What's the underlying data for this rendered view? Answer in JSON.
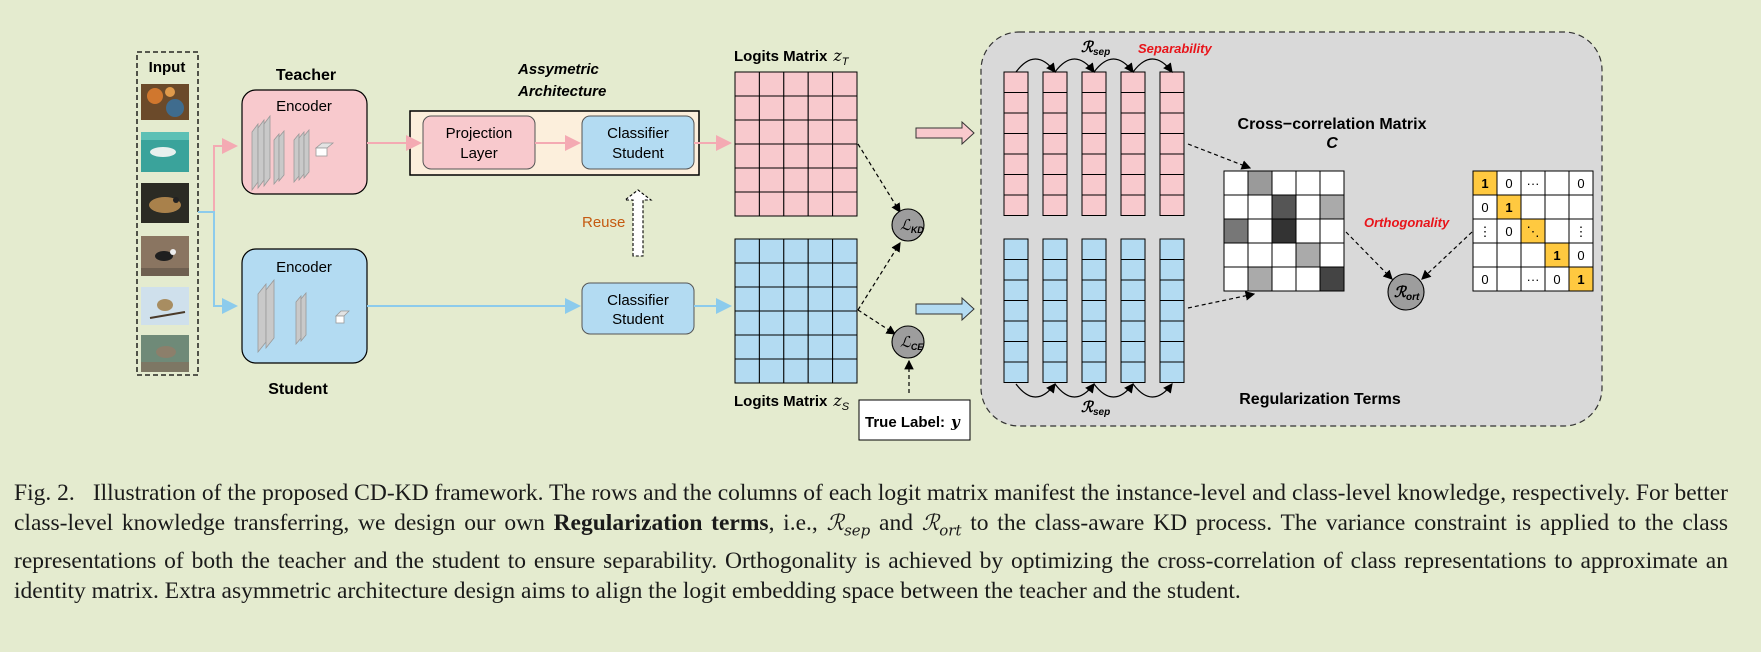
{
  "figure": {
    "input_label": "Input",
    "teacher_label": "Teacher",
    "student_label": "Student",
    "encoder_label": "Encoder",
    "asym_title_1": "Assymetric",
    "asym_title_2": "Architecture",
    "projection_1": "Projection",
    "projection_2": "Layer",
    "classifier_1": "Classifier",
    "classifier_2": "Student",
    "reuse_label": "Reuse",
    "logits_teacher_text": "Logits Matrix",
    "logits_teacher_sym": "z",
    "logits_teacher_sub": "T",
    "logits_student_text": "Logits Matrix",
    "logits_student_sym": "z",
    "logits_student_sub": "S",
    "loss_kd_sym": "ℒ",
    "loss_kd_sub": "KD",
    "loss_ce_sym": "ℒ",
    "loss_ce_sub": "CE",
    "true_label_text": "True Label:",
    "true_label_sym": "y",
    "reg_sep_sym": "ℛ",
    "reg_sep_sub": "sep",
    "separability_label": "Separability",
    "cross_corr_title": "Cross−correlation Matrix",
    "cross_corr_sym": "C",
    "orthogonality_label": "Orthogonality",
    "reg_ort_sym": "ℛ",
    "reg_ort_sub": "ort",
    "reg_terms_label": "Regularization Terms",
    "identity_rows": [
      [
        "1",
        "0",
        "···",
        "",
        "0"
      ],
      [
        "0",
        "1",
        "",
        "",
        ""
      ],
      [
        "⋮",
        "0",
        "⋱",
        "",
        "⋮"
      ],
      [
        "",
        "",
        "",
        "1",
        "0"
      ],
      [
        "0",
        "",
        "···",
        "0",
        "1"
      ]
    ],
    "identity_highlight": [
      [
        0,
        0
      ],
      [
        1,
        1
      ],
      [
        2,
        2
      ],
      [
        3,
        3
      ],
      [
        4,
        4
      ]
    ],
    "corr_shades": [
      [
        "#ffffff",
        "#9a9a9a",
        "#ffffff",
        "#ffffff",
        "#ffffff"
      ],
      [
        "#ffffff",
        "#ffffff",
        "#555555",
        "#ffffff",
        "#aaaaaa"
      ],
      [
        "#777777",
        "#ffffff",
        "#333333",
        "#ffffff",
        "#ffffff"
      ],
      [
        "#ffffff",
        "#ffffff",
        "#ffffff",
        "#aaaaaa",
        "#ffffff"
      ],
      [
        "#ffffff",
        "#aaaaaa",
        "#ffffff",
        "#ffffff",
        "#444444"
      ]
    ],
    "colors": {
      "teacher_fill": "#f8c9cd",
      "student_fill": "#b3dbf2",
      "panel_fill": "#d9d9d9",
      "accent_red": "#e8141a",
      "reuse_orange": "#c55a11",
      "identity_yellow": "#ffc940"
    }
  },
  "caption": {
    "fig_label": "Fig. 2.",
    "part1": "Illustration of the proposed CD-KD framework. The rows and the columns of each logit matrix manifest the instance-level and class-level knowledge, respectively. For better class-level knowledge transferring, we design our own ",
    "bold": "Regularization terms",
    "part2": ", i.e., ",
    "sym1": "ℛ",
    "sub1": "sep",
    "and": " and ",
    "sym2": "ℛ",
    "sub2": "ort",
    "part3": " to the class-aware KD process. The variance constraint is applied to the class representations of both the teacher and the student to ensure separability. Orthogonality is achieved by optimizing the cross-correlation of class representations to approximate an identity matrix. Extra asymmetric architecture design aims to align the logit embedding space between the teacher and the student."
  }
}
